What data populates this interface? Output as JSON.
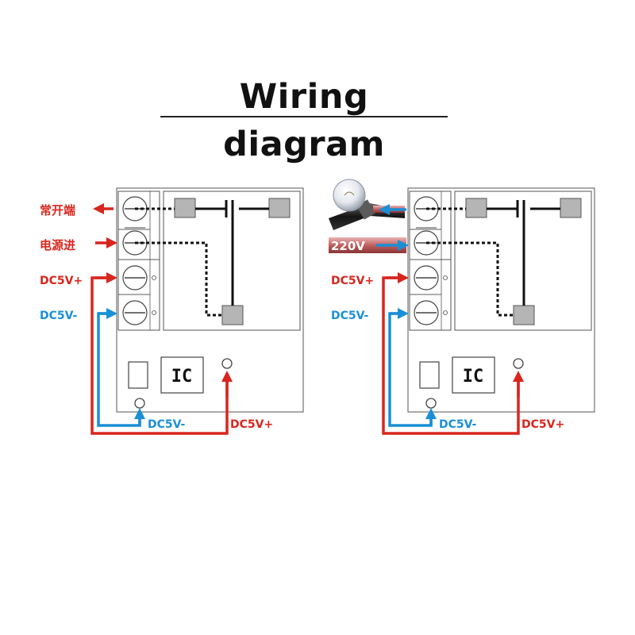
{
  "title": "Wiring diagram",
  "colors": {
    "positive": "#d8261e",
    "negative": "#1a8fd6",
    "board_outline": "#444444",
    "contact_fill": "#b5b5b5",
    "wire": "#111111",
    "mains_cable": "#c87878"
  },
  "left_board": {
    "label_no": "常开端",
    "label_com": "电源进",
    "label_vplus": "DC5V+",
    "label_vminus": "DC5V-",
    "ic_label": "IC",
    "bottom_vminus": "DC5V-",
    "bottom_vplus": "DC5V+"
  },
  "right_board": {
    "mains_label": "220V",
    "label_vplus": "DC5V+",
    "label_vminus": "DC5V-",
    "ic_label": "IC",
    "bottom_vminus": "DC5V-",
    "bottom_vplus": "DC5V+",
    "lamp_icon": "light-bulb-icon"
  }
}
